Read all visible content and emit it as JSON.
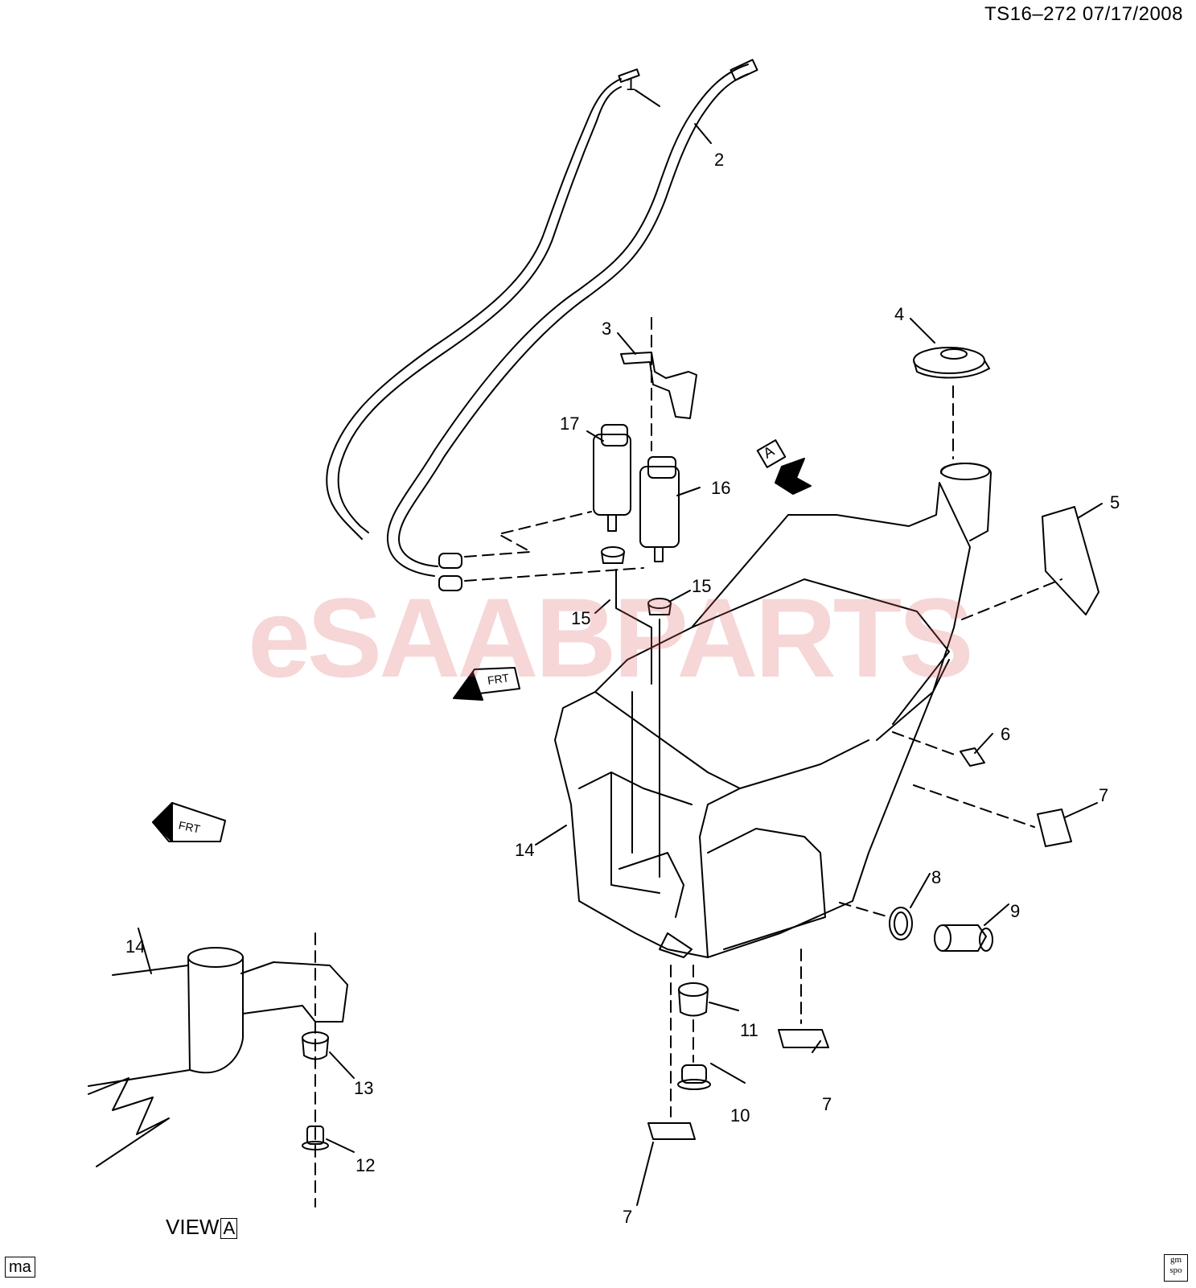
{
  "header": {
    "doc_id": "TS16–272  07/17/2008"
  },
  "watermark": {
    "text": "eSAABPARTS",
    "color": "#e06a6a"
  },
  "view_label": {
    "prefix": "VIEW",
    "letter": "A"
  },
  "view_marker": "A",
  "footer": {
    "code": "ma",
    "badge_top": "gm",
    "badge_bottom": "spo"
  },
  "frt_label": "FRT",
  "callouts": [
    {
      "id": "c1",
      "label": "1"
    },
    {
      "id": "c2",
      "label": "2"
    },
    {
      "id": "c3",
      "label": "3"
    },
    {
      "id": "c4",
      "label": "4"
    },
    {
      "id": "c5",
      "label": "5"
    },
    {
      "id": "c6",
      "label": "6"
    },
    {
      "id": "c7a",
      "label": "7"
    },
    {
      "id": "c7b",
      "label": "7"
    },
    {
      "id": "c7c",
      "label": "7"
    },
    {
      "id": "c8",
      "label": "8"
    },
    {
      "id": "c9",
      "label": "9"
    },
    {
      "id": "c10",
      "label": "10"
    },
    {
      "id": "c11",
      "label": "11"
    },
    {
      "id": "c12",
      "label": "12"
    },
    {
      "id": "c13",
      "label": "13"
    },
    {
      "id": "c14a",
      "label": "14"
    },
    {
      "id": "c14b",
      "label": "14"
    },
    {
      "id": "c15a",
      "label": "15"
    },
    {
      "id": "c15b",
      "label": "15"
    },
    {
      "id": "c16",
      "label": "16"
    },
    {
      "id": "c17",
      "label": "17"
    }
  ]
}
